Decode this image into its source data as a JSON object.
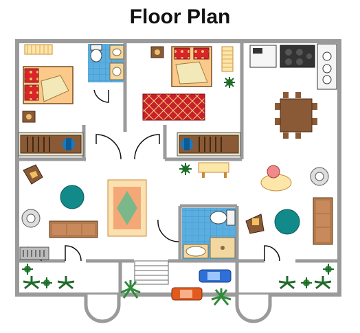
{
  "title": "Floor Plan",
  "colors": {
    "wall": "#9a9a9a",
    "floor": "#ffffff",
    "bath_tile": "#5aaee0",
    "rug_red": "#c8202a",
    "bed_cover": "#fbc98a",
    "wood": "#8a5a36",
    "sofa": "#b57a4c",
    "table_teal": "#128a8a",
    "plant": "#2e8b3a",
    "car_blue": "#2f6fd6",
    "car_orange": "#e35a1e"
  },
  "icons": [
    "bed",
    "toilet",
    "sink",
    "bathtub",
    "shower",
    "wardrobe",
    "dining-table",
    "stove",
    "refrigerator",
    "sofa",
    "armchair",
    "round-table",
    "rug",
    "potted-plant",
    "tv-cabinet",
    "car",
    "stairs",
    "desk",
    "nightstand",
    "door"
  ]
}
